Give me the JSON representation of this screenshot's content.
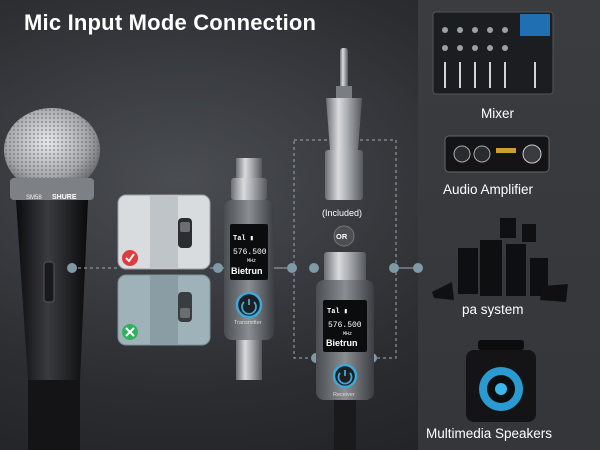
{
  "title": "Mic Input Mode Connection",
  "devices": {
    "mixer": "Mixer",
    "amplifier": "Audio Amplifier",
    "pa": "pa system",
    "speakers": "Multimedia Speakers"
  },
  "adapter_note": "(Included)",
  "or_label": "OR",
  "transmitter": {
    "brand": "Bietrun",
    "freq": "576.500",
    "unit": "MHz",
    "label": "Transmitter"
  },
  "receiver": {
    "brand": "Bietrun",
    "freq": "576.500",
    "unit": "MHz",
    "label": "Receiver"
  },
  "mic_model": "SM58",
  "mic_brand": "SHURE",
  "colors": {
    "check": "#e0393e",
    "cross": "#2eb35c",
    "button_ring": "#3ea9d8",
    "connector_dot": "#7f9aa6"
  },
  "icons": [
    "check-icon",
    "cross-icon",
    "power-icon",
    "signal-icon",
    "battery-icon"
  ]
}
